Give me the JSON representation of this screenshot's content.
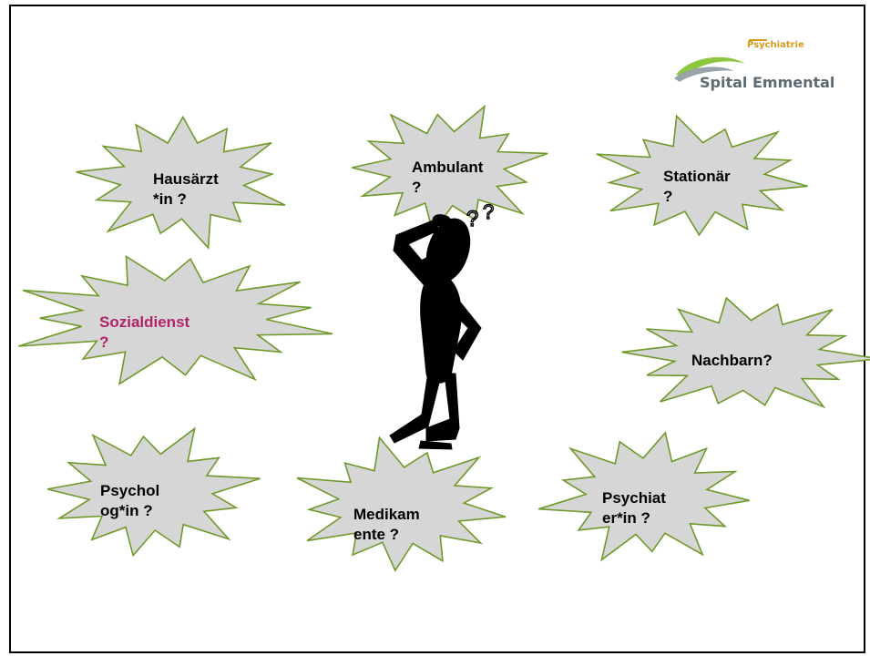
{
  "logo": {
    "department": "Psychiatrie",
    "name": "Spital Emmental",
    "colors": {
      "accent": "#d99a1b",
      "green": "#8dc63f",
      "text": "#5e6a72"
    }
  },
  "bubbles": [
    {
      "id": "hausaerztin",
      "text": "Hausärzt\n*in ?",
      "color": "#000000"
    },
    {
      "id": "ambulant",
      "text": "Ambulant\n?",
      "color": "#000000"
    },
    {
      "id": "stationaer",
      "text": "Stationär\n?",
      "color": "#000000"
    },
    {
      "id": "sozialdienst",
      "text": "Sozialdienst\n?",
      "color": "#b0246a"
    },
    {
      "id": "nachbarn",
      "text": "Nachbarn?",
      "color": "#000000"
    },
    {
      "id": "psychologin",
      "text": "Psychol\nog*in ?",
      "color": "#000000"
    },
    {
      "id": "medikamente",
      "text": "Medikam\nente ?",
      "color": "#000000"
    },
    {
      "id": "psychiaterin",
      "text": "Psychiat\ner*in ?",
      "color": "#000000"
    }
  ],
  "figure": {
    "name": "thinking-person",
    "question_marks": "??"
  },
  "styles": {
    "burst_fill": "#d6d6d6",
    "burst_stroke": "#6f9a2a"
  }
}
